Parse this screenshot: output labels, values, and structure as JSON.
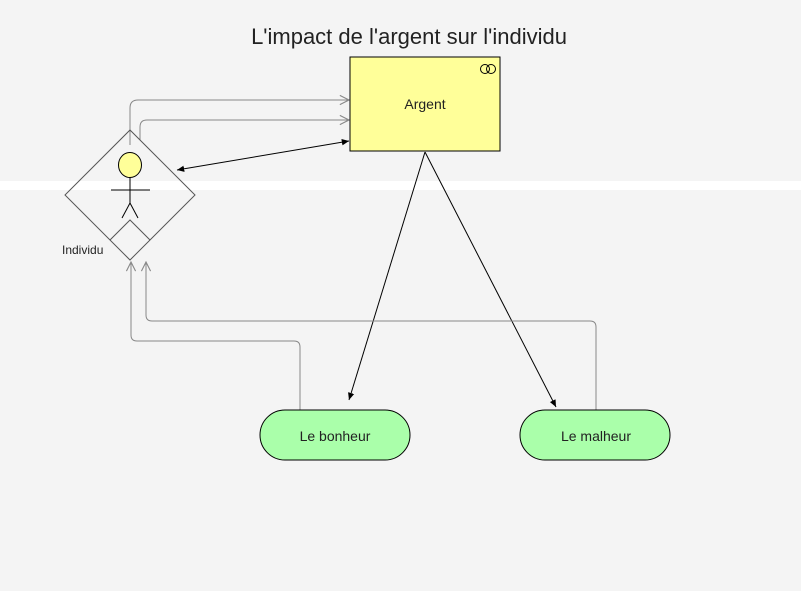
{
  "diagram": {
    "title": "L'impact de l'argent sur l'individu",
    "nodes": {
      "money": {
        "label": "Argent",
        "fill": "#ffff99",
        "icon": "collaboration-icon"
      },
      "individual": {
        "label": "Individu",
        "icon": "actor-icon",
        "head_fill": "#ffff99"
      },
      "happiness": {
        "label": "Le bonheur",
        "fill": "#aaffaa"
      },
      "misfortune": {
        "label": "Le malheur",
        "fill": "#aaffaa"
      }
    },
    "edges": [
      {
        "from": "individual",
        "to": "money",
        "kind": "association"
      },
      {
        "from": "individual",
        "to": "money",
        "kind": "association"
      },
      {
        "from": "individual",
        "to": "money",
        "kind": "bidirectional"
      },
      {
        "from": "money",
        "to": "happiness",
        "kind": "directed"
      },
      {
        "from": "money",
        "to": "misfortune",
        "kind": "directed"
      },
      {
        "from": "happiness",
        "to": "individual",
        "kind": "association"
      },
      {
        "from": "misfortune",
        "to": "individual",
        "kind": "association"
      }
    ]
  }
}
